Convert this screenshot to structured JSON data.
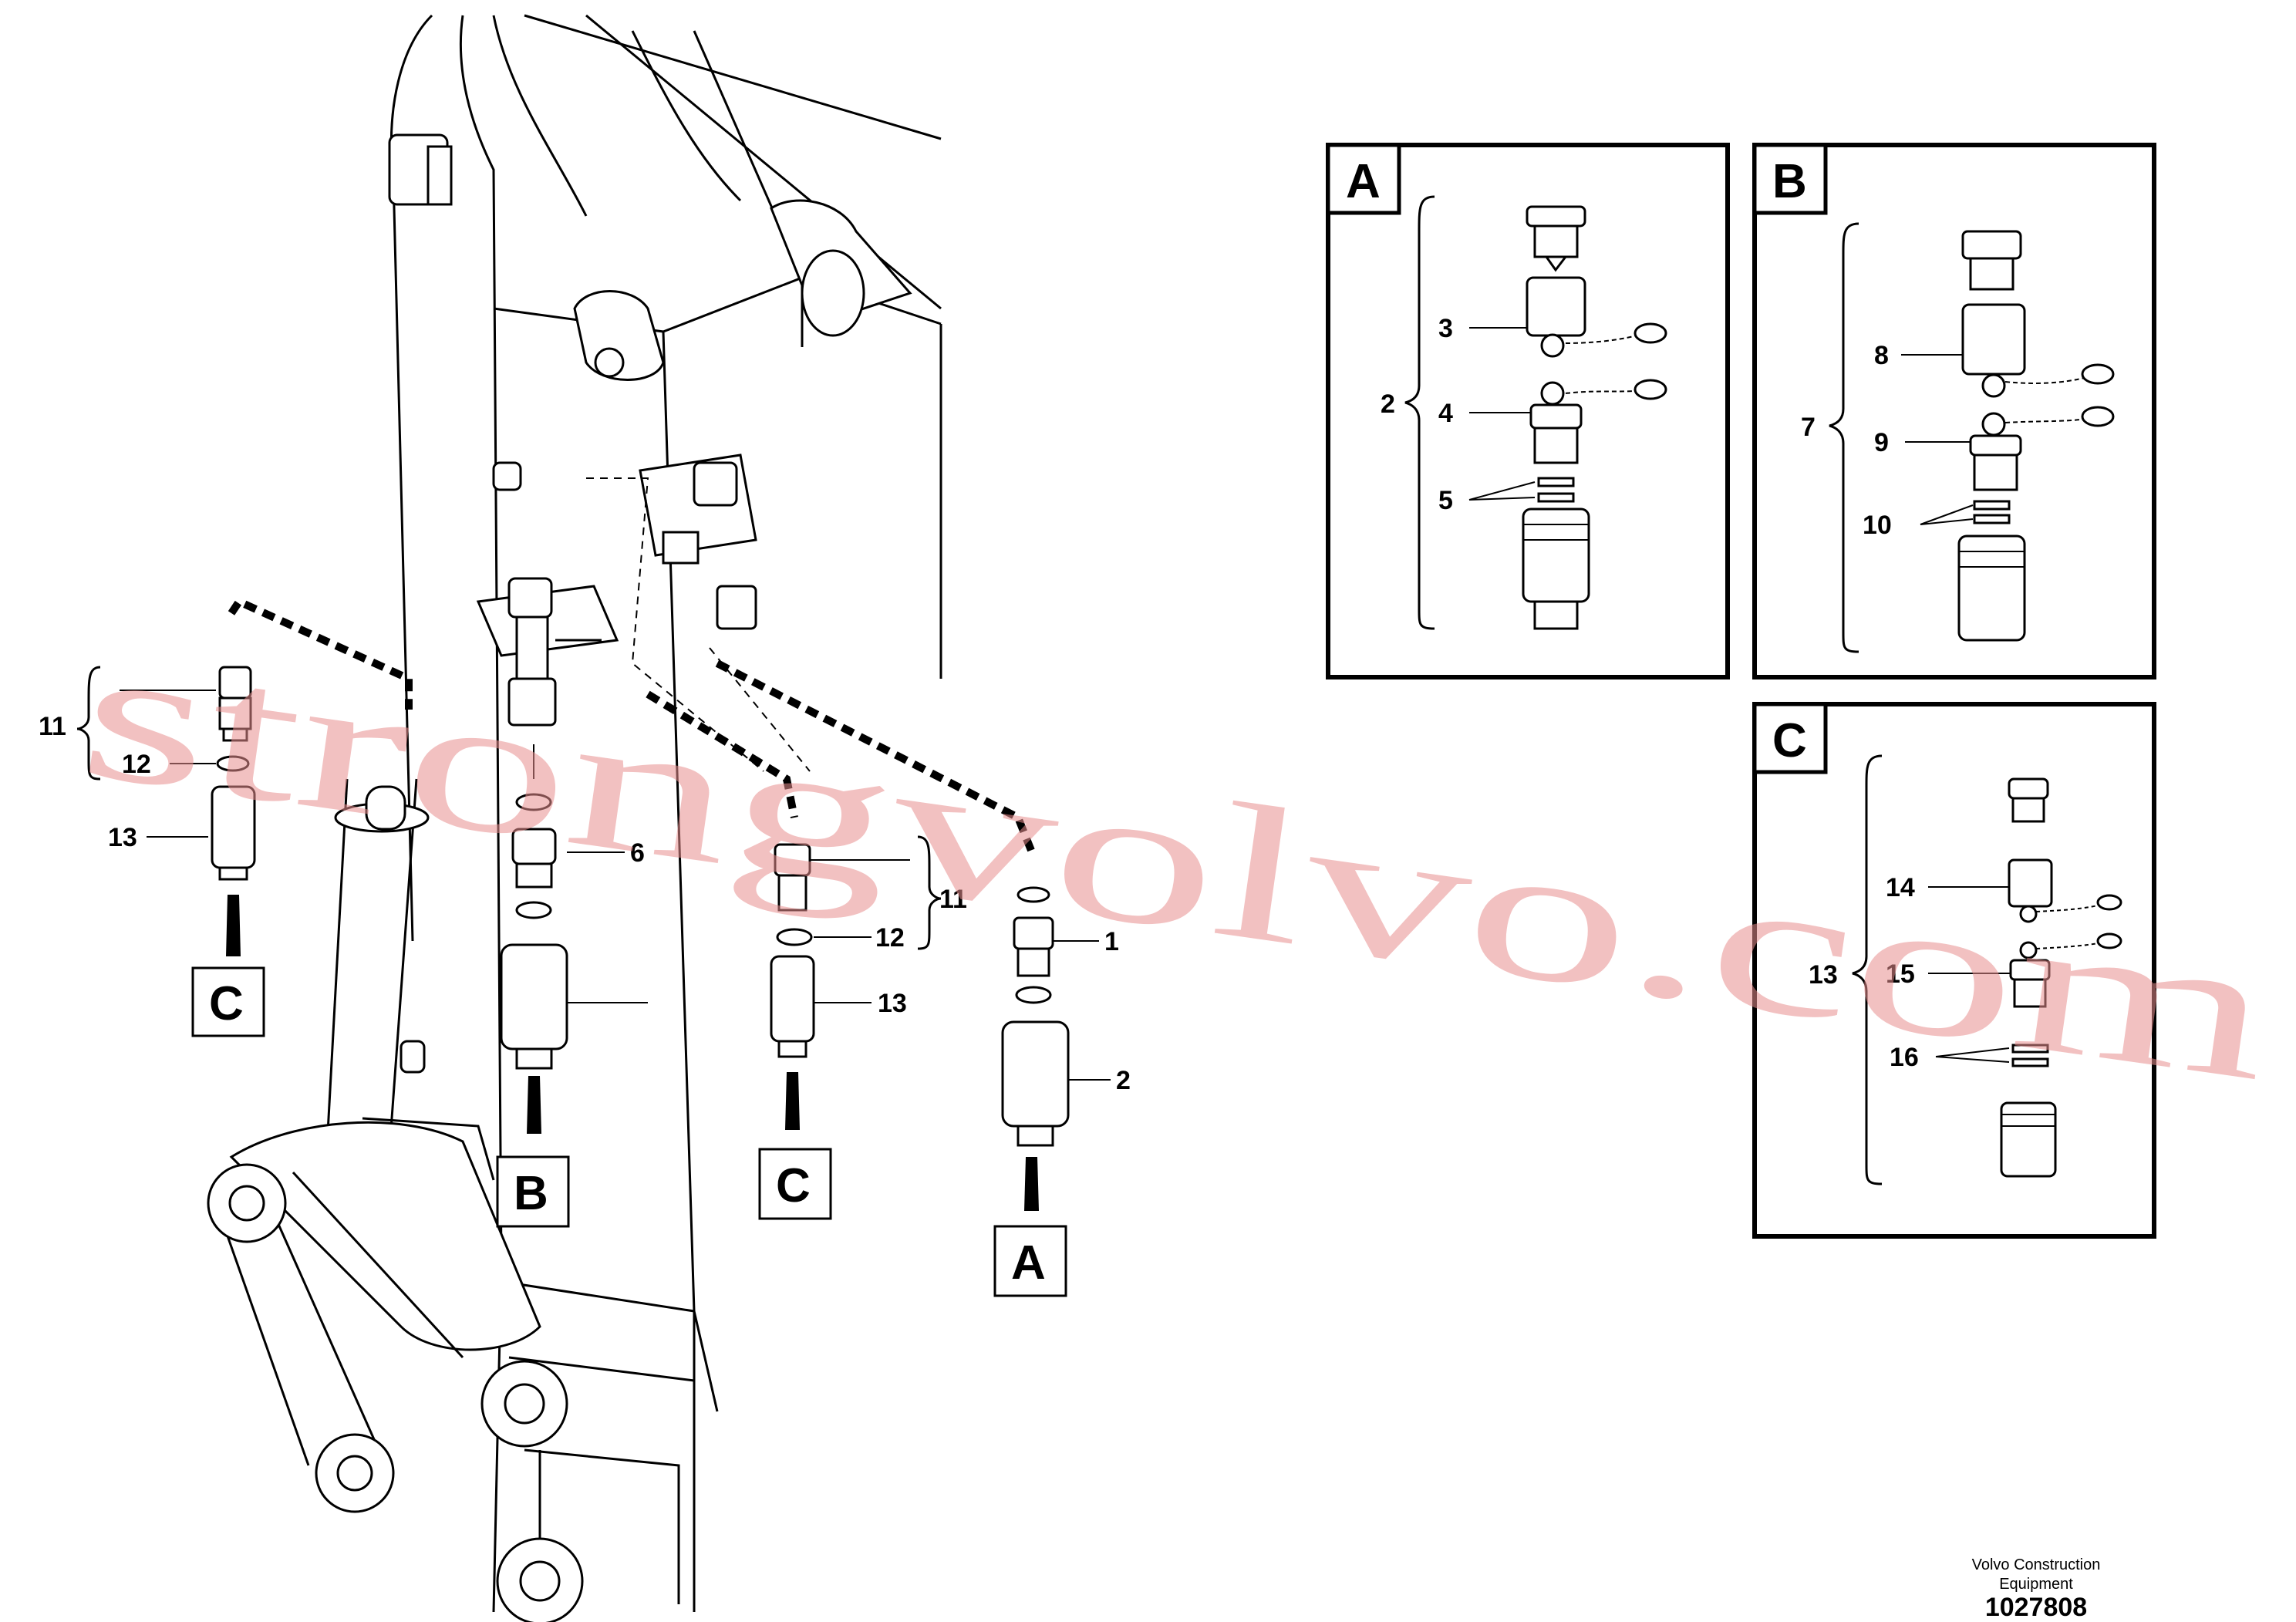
{
  "detail_panels": [
    {
      "label": "A",
      "group": "2",
      "items": [
        "3",
        "4",
        "5"
      ]
    },
    {
      "label": "B",
      "group": "7",
      "items": [
        "8",
        "9",
        "10"
      ]
    },
    {
      "label": "C",
      "group": "13",
      "items": [
        "14",
        "15",
        "16"
      ]
    }
  ],
  "main_callouts": {
    "left_group": "11",
    "left_oring": "12",
    "left_coupling": "13",
    "center_nipple": "6",
    "center_group": "11",
    "center_oring": "12",
    "center_coupling": "13",
    "right_nipple": "1",
    "right_coupling": "2"
  },
  "location_markers": [
    "C",
    "B",
    "C",
    "A"
  ],
  "watermark": "strongvolvo.com",
  "footer": {
    "company_line1": "Volvo Construction",
    "company_line2": "Equipment",
    "doc_number": "1027808"
  }
}
